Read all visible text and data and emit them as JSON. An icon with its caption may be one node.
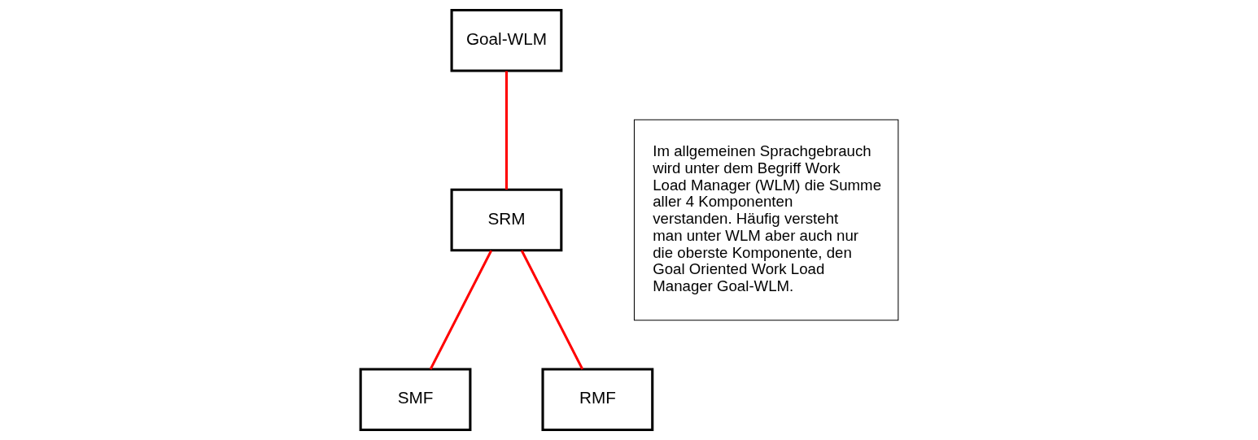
{
  "diagram": {
    "nodes": [
      {
        "text": [
          "Goal-WLM"
        ]
      },
      {
        "text": [
          "SRM"
        ]
      },
      {
        "text": [
          "SMF"
        ]
      },
      {
        "text": [
          "RMF"
        ]
      },
      {
        "text": [
          "Im allgemeinen Sprachgebrauch wird unter dem Begriff Work Load Manager (WLM) die Summe aller 4 Komponenten verstanden. Häufig versteht man unter WLM aber auch nur die oberste Komponente, den Goal Oriented Work Load Manager Goal-WLM."
        ]
      }
    ],
    "edges": [
      {
        "from": 0,
        "to": 1,
        "arrow": "none"
      },
      {
        "from": 1,
        "to": 2,
        "arrow": "none"
      },
      {
        "from": 1,
        "to": 3,
        "arrow": "none"
      }
    ]
  }
}
